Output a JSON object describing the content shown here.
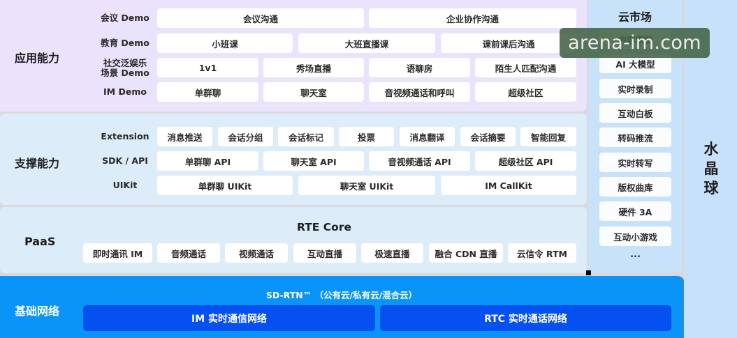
{
  "app_layer": {
    "title": "应用能力",
    "rows": [
      {
        "label": "会议 Demo",
        "items": [
          "会议沟通",
          "企业协作沟通"
        ]
      },
      {
        "label": "教育 Demo",
        "items": [
          "小班课",
          "大班直播课",
          "课前课后沟通"
        ]
      },
      {
        "label": "社交泛娱乐场景 Demo",
        "label_line1": "社交泛娱乐",
        "label_line2": "场景 Demo",
        "items": [
          "1v1",
          "秀场直播",
          "语聊房",
          "陌生人匹配沟通"
        ]
      },
      {
        "label": "IM Demo",
        "items": [
          "单群聊",
          "聊天室",
          "音视频通话和呼叫",
          "超级社区"
        ]
      }
    ]
  },
  "support_layer": {
    "title": "支撑能力",
    "rows": [
      {
        "label": "Extension",
        "items": [
          "消息推送",
          "会话分组",
          "会话标记",
          "投票",
          "消息翻译",
          "会话摘要",
          "智能回复"
        ]
      },
      {
        "label": "SDK / API",
        "items": [
          "单群聊 API",
          "聊天室 API",
          "音视频通话 API",
          "超级社区 API"
        ]
      },
      {
        "label": "UIKit",
        "items": [
          "单群聊 UIKit",
          "聊天室 UIKit",
          "IM CallKit"
        ]
      }
    ]
  },
  "paas_layer": {
    "title": "PaaS",
    "core_title": "RTE Core",
    "items": [
      "即时通讯 IM",
      "音频通话",
      "视频通话",
      "互动直播",
      "极速直播",
      "融合 CDN 直播",
      "云信令 RTM"
    ]
  },
  "network_layer": {
    "title": "基础网络",
    "subtitle": "SD-RTN™ （公有云/私有云/混合云）",
    "items": [
      "IM 实时通信网络",
      "RTC 实时通话网络"
    ]
  },
  "cloud_market": {
    "title": "云市场",
    "items": [
      "内容审核",
      "AI 大模型",
      "实时录制",
      "互动白板",
      "转码推流",
      "实时转写",
      "版权曲库",
      "硬件 3A",
      "互动小游戏"
    ],
    "more": "..."
  },
  "crystal_ball": {
    "title": "水晶球",
    "chars": [
      "水",
      "晶",
      "球"
    ]
  },
  "watermark": {
    "text": "arena-im.com"
  },
  "colors": {
    "app_bg": "#ebe2fb",
    "support_bg": "#dcecf8",
    "market_bg": "#c8e2f9",
    "network_bg": "#0a94f7",
    "network_cell": "#0550f0"
  }
}
